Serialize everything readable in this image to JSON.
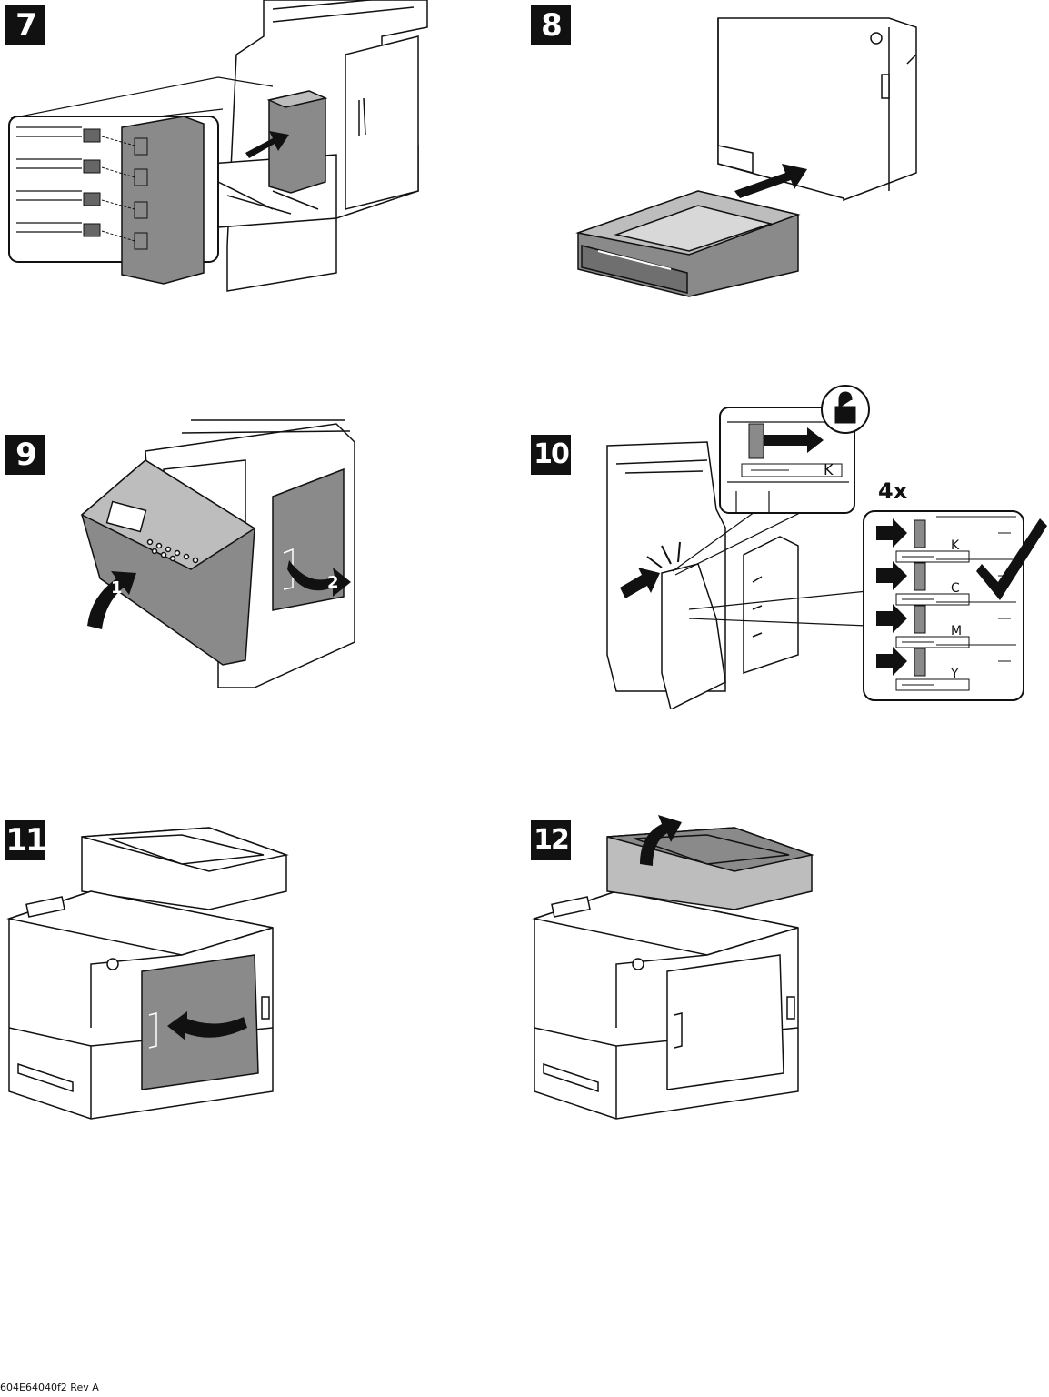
{
  "steps": [
    {
      "number": "7"
    },
    {
      "number": "8"
    },
    {
      "number": "9"
    },
    {
      "number": "10"
    },
    {
      "number": "11"
    },
    {
      "number": "12"
    }
  ],
  "step9": {
    "arrow1": "1",
    "arrow2": "2"
  },
  "step10": {
    "count_label": "4x",
    "slots": [
      "K",
      "C",
      "M",
      "Y"
    ],
    "lock_slot": "K"
  },
  "footer": {
    "code": "604E64040f2 Rev A"
  },
  "colors": {
    "ink": "#111111",
    "gray": "#8a8a8a",
    "light_gray": "#bdbdbd"
  }
}
